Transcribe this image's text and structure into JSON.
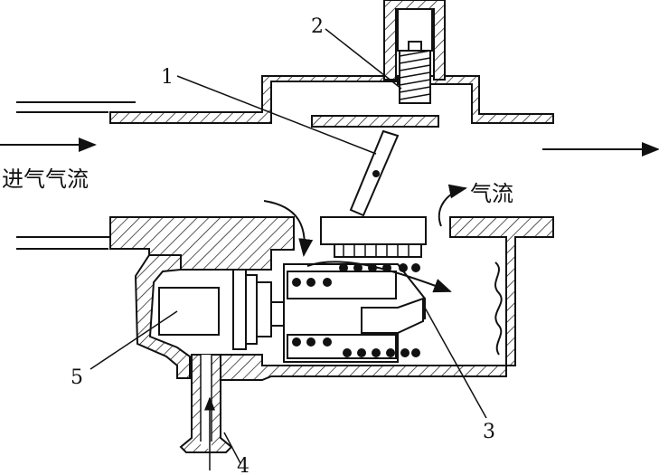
{
  "labels": {
    "intake_airflow": "进气气流",
    "airflow": "气流",
    "n1": "1",
    "n2": "2",
    "n3": "3",
    "n4": "4",
    "n5": "5"
  }
}
